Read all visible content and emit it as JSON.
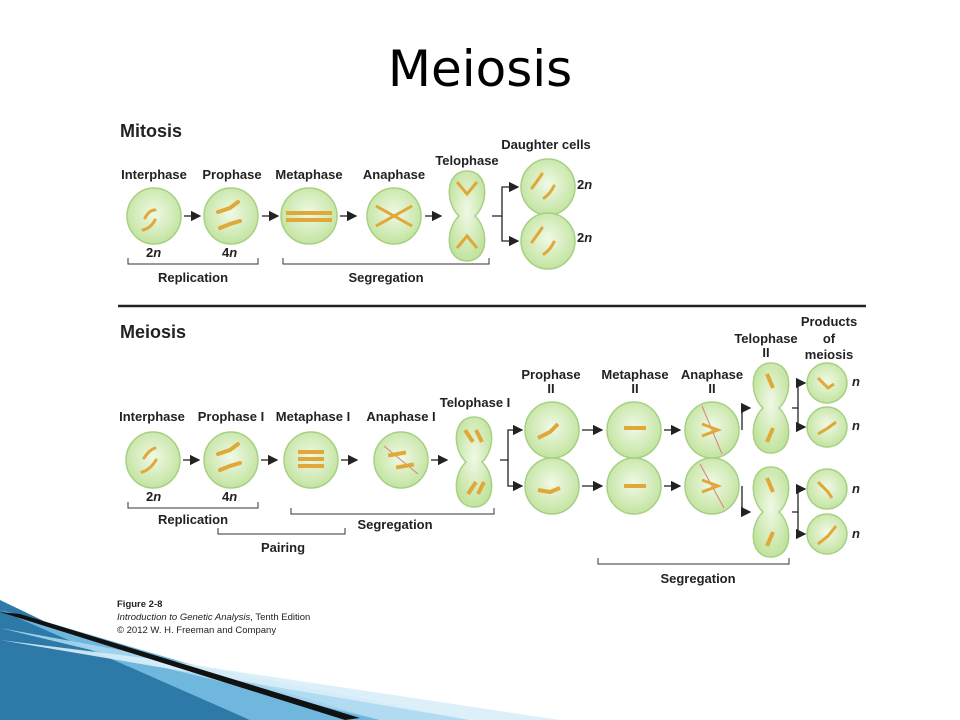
{
  "slide": {
    "title": "Meiosis"
  },
  "mitosis": {
    "heading": "Mitosis",
    "stages": [
      "Interphase",
      "Prophase",
      "Metaphase",
      "Anaphase",
      "Telophase",
      "Daughter cells"
    ],
    "ploidy_interphase": "2",
    "ploidy_prophase": "4",
    "ploidy_daughter_top": "2",
    "ploidy_daughter_bottom": "2",
    "ploidy_symbol": "n",
    "brackets": [
      "Replication",
      "Segregation"
    ]
  },
  "meiosis": {
    "heading": "Meiosis",
    "stages": [
      "Interphase",
      "Prophase I",
      "Metaphase I",
      "Anaphase I",
      "Telophase I"
    ],
    "stages_ii": [
      {
        "line1": "Prophase",
        "line2": "II"
      },
      {
        "line1": "Metaphase",
        "line2": "II"
      },
      {
        "line1": "Anaphase",
        "line2": "II"
      },
      {
        "line1": "Telophase",
        "line2": "II"
      }
    ],
    "products": {
      "line1": "Products",
      "line2": "of",
      "line3": "meiosis"
    },
    "ploidy_interphase": "2",
    "ploidy_prophase": "4",
    "ploidy_symbol": "n",
    "brackets": [
      "Replication",
      "Pairing",
      "Segregation",
      "Segregation"
    ]
  },
  "credit": {
    "figure": "Figure 2-8",
    "book": "Introduction to Genetic Analysis",
    "edition": ", Tenth Edition",
    "copyright": "© 2012 W. H. Freeman and Company"
  },
  "colors": {
    "cell_fill": "#c9e7a8",
    "cell_stroke": "#9ccc7a",
    "chromosome": "#e0a838",
    "decor_blue": "#4a9cc8"
  }
}
